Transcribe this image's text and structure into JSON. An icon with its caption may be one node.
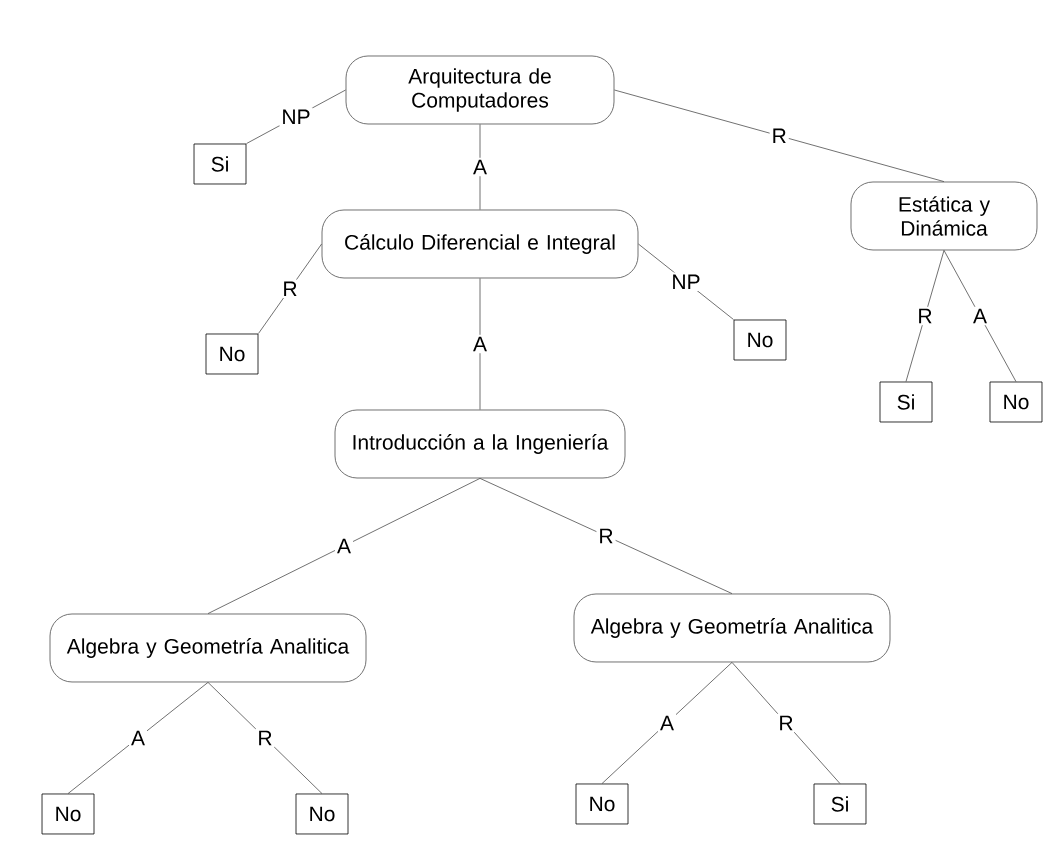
{
  "diagram": {
    "nodes": [
      {
        "text": [
          "Arquitectura de Computadores"
        ]
      },
      {
        "text": [
          "Si"
        ]
      },
      {
        "text": [
          "Cálculo Diferencial e Integral"
        ]
      },
      {
        "text": [
          "Estática y Dinámica"
        ]
      },
      {
        "text": [
          "No"
        ]
      },
      {
        "text": [
          "No"
        ]
      },
      {
        "text": [
          "Si"
        ]
      },
      {
        "text": [
          "No"
        ]
      },
      {
        "text": [
          "Introducción a la Ingeniería"
        ]
      },
      {
        "text": [
          "Algebra y Geometría Analitica"
        ]
      },
      {
        "text": [
          "Algebra y Geometría Analitica"
        ]
      },
      {
        "text": [
          "No"
        ]
      },
      {
        "text": [
          "No"
        ]
      },
      {
        "text": [
          "No"
        ]
      },
      {
        "text": [
          "Si"
        ]
      }
    ],
    "edges": [
      {
        "from": 0,
        "to": 1,
        "arrow": "none",
        "label": "NP"
      },
      {
        "from": 0,
        "to": 2,
        "arrow": "none",
        "label": "A"
      },
      {
        "from": 0,
        "to": 3,
        "arrow": "none",
        "label": "R"
      },
      {
        "from": 2,
        "to": 4,
        "arrow": "none",
        "label": "R"
      },
      {
        "from": 2,
        "to": 5,
        "arrow": "none",
        "label": "NP"
      },
      {
        "from": 3,
        "to": 6,
        "arrow": "none",
        "label": "R"
      },
      {
        "from": 3,
        "to": 7,
        "arrow": "none",
        "label": "A"
      },
      {
        "from": 2,
        "to": 8,
        "arrow": "none",
        "label": "A"
      },
      {
        "from": 8,
        "to": 9,
        "arrow": "none",
        "label": "A"
      },
      {
        "from": 8,
        "to": 10,
        "arrow": "none",
        "label": "R"
      },
      {
        "from": 9,
        "to": 11,
        "arrow": "none",
        "label": "A"
      },
      {
        "from": 9,
        "to": 12,
        "arrow": "none",
        "label": "R"
      },
      {
        "from": 10,
        "to": 13,
        "arrow": "none",
        "label": "A"
      },
      {
        "from": 10,
        "to": 14,
        "arrow": "none",
        "label": "R"
      }
    ]
  }
}
